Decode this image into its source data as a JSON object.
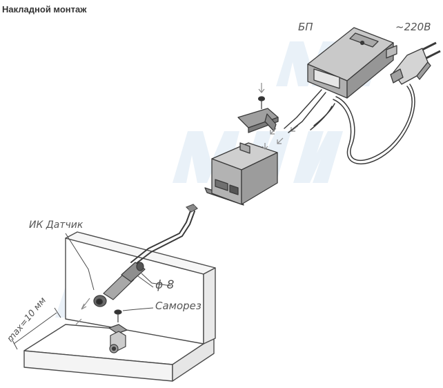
{
  "title": "Накладной монтаж",
  "labels": {
    "power_supply": "БП",
    "voltage": "~220В",
    "ir_sensor": "ИК Датчик",
    "diameter": "ϕ 8",
    "screw": "Саморез",
    "max_distance": "max=10 мм"
  },
  "colors": {
    "line": "#4a4a4a",
    "device": "#8a8a8a",
    "device_light": "#b9b9b9",
    "watermark": "#d8e6f3"
  }
}
